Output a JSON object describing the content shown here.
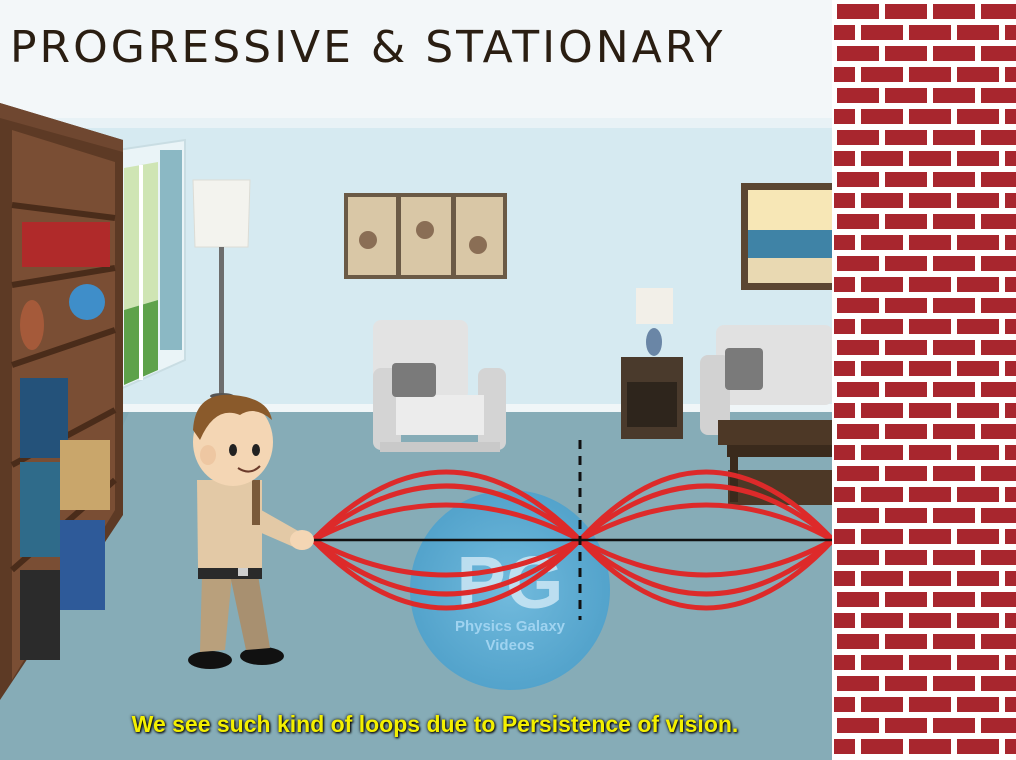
{
  "title": "PROGRESSIVE & STATIONARY",
  "watermark": {
    "logo_text": "PG",
    "line1": "Physics Galaxy",
    "line2": "Videos"
  },
  "caption": "We see such kind of loops due to Persistence of vision.",
  "colors": {
    "wave": "#dd2a2a",
    "brick": "#a8262e",
    "mortar": "#ffffff",
    "caption_text": "#f4f000",
    "watermark": "#4aa8d8"
  },
  "icons": [
    "boy-character",
    "brick-wall",
    "globe",
    "lamp",
    "armchair",
    "sofa",
    "bookshelf",
    "window",
    "picture-frame",
    "seascape-painting"
  ]
}
